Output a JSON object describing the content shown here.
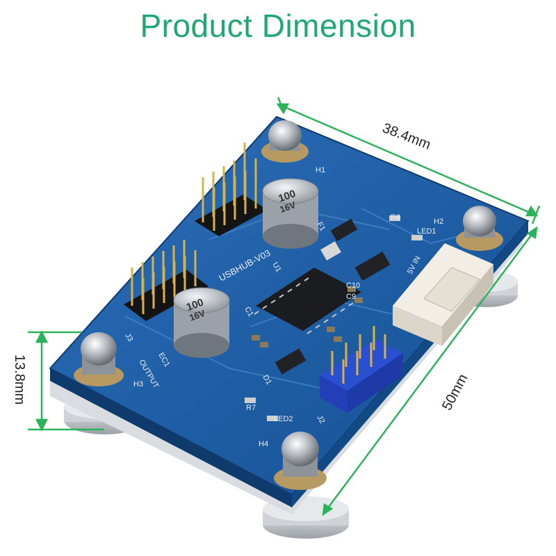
{
  "title": "Product Dimension",
  "dimensions": {
    "width_label": "38.4mm",
    "length_label": "50mm",
    "height_label": "13.8mm"
  },
  "colors": {
    "title": "#1fa872",
    "dimension_line": "#2bb35a",
    "pcb": "#1a5aa0",
    "pcb_edge": "#0e3a6e"
  },
  "board": {
    "model": "USBHUB-V03",
    "output_label": "OUTPUT",
    "power_label": "5V IN",
    "cap_value": "100",
    "cap_voltage": "16V",
    "refs": [
      "H1",
      "H2",
      "H3",
      "H4",
      "R6",
      "LED1",
      "R7",
      "LED2",
      "EC1",
      "J3",
      "U1",
      "D1",
      "F1",
      "C10",
      "C9",
      "C1",
      "J2"
    ]
  }
}
